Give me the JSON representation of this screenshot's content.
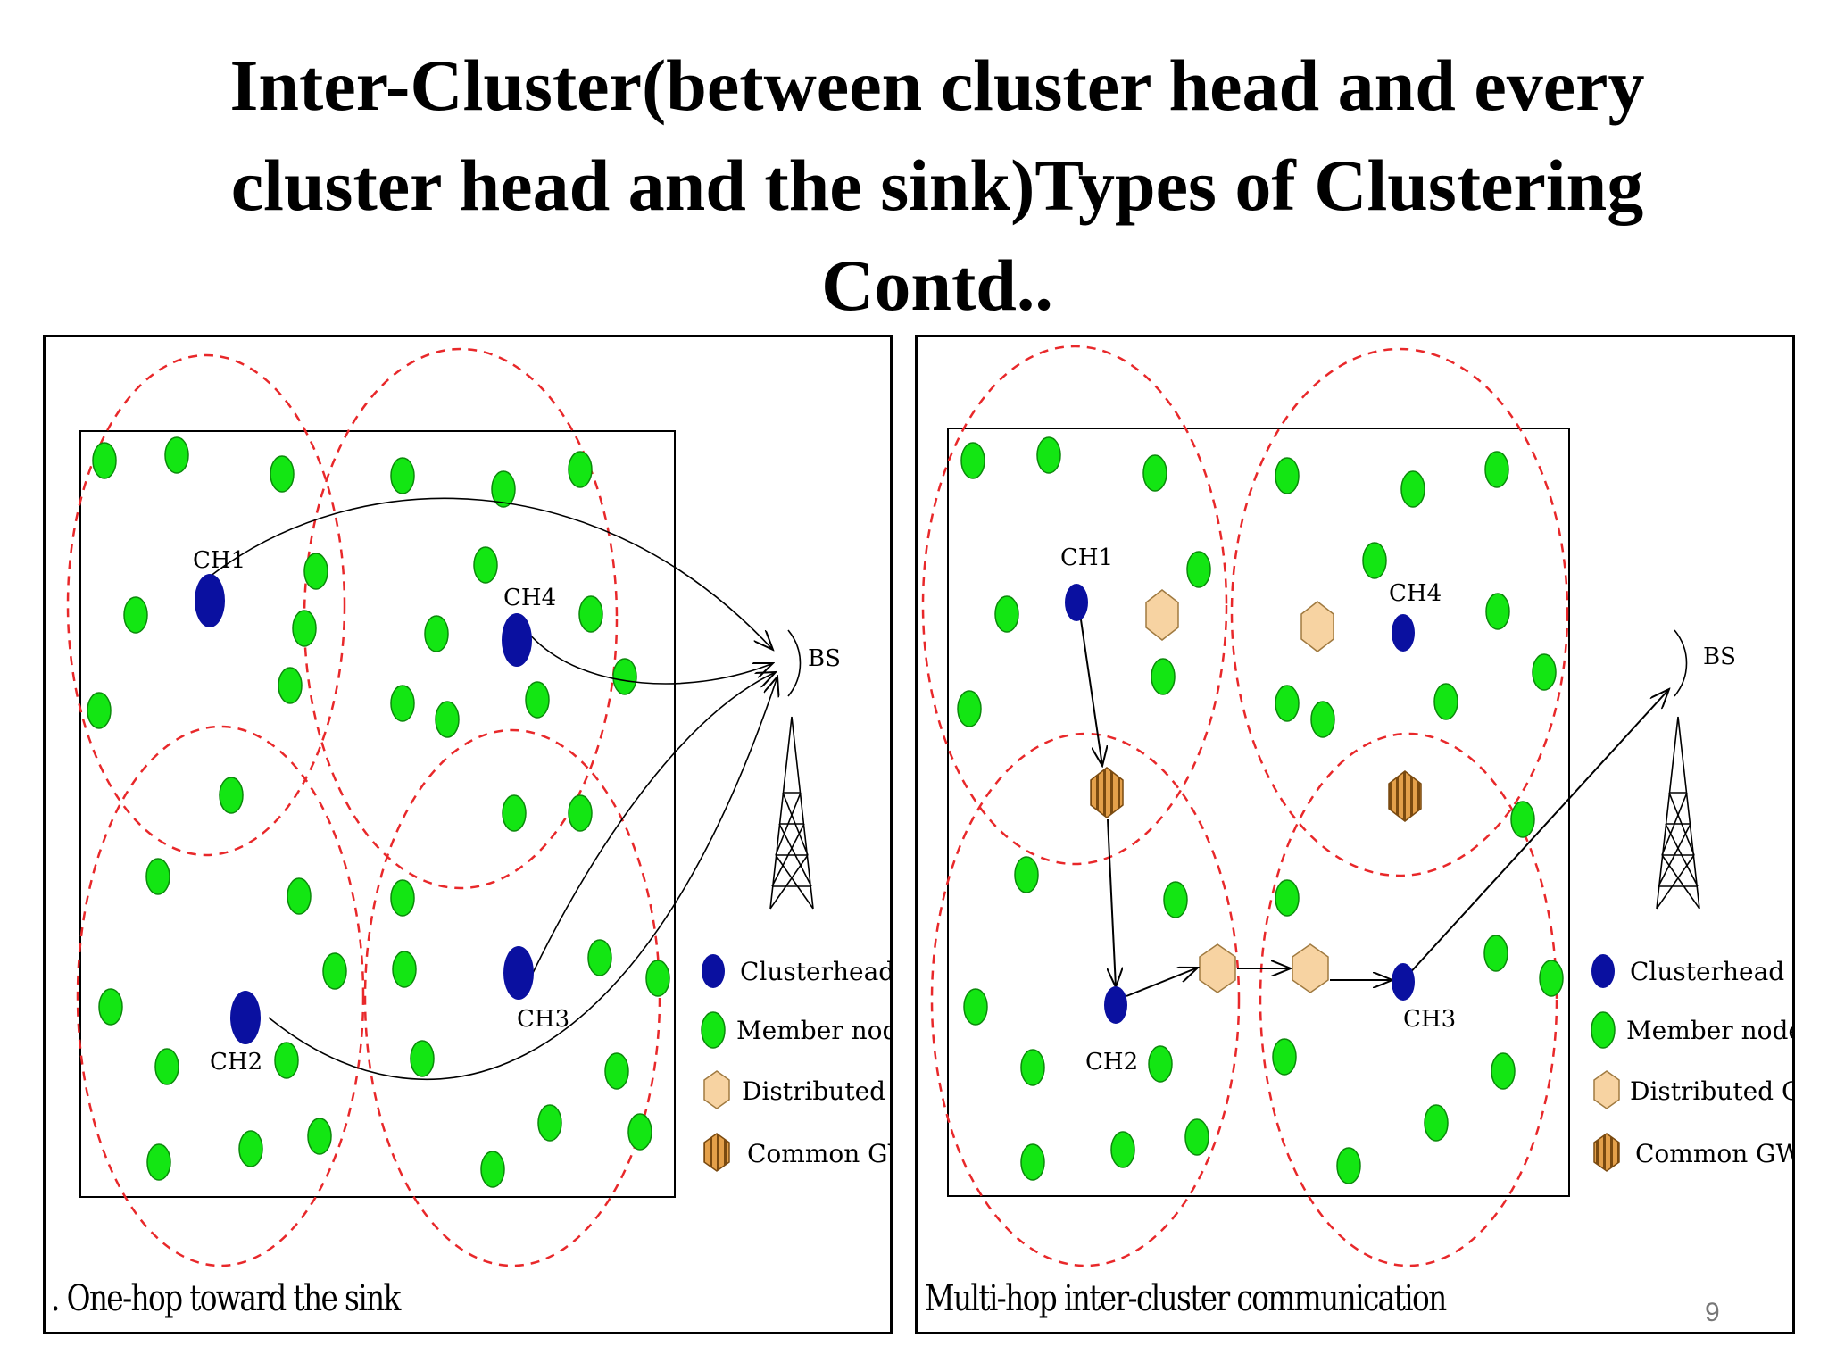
{
  "slide": {
    "title_lines": [
      "Inter-Cluster(between cluster head and every",
      "cluster head and the sink)Types of Clustering",
      "Contd.."
    ],
    "page_number": "9"
  },
  "legend": {
    "items": [
      "Clusterhead",
      "Member node",
      "Distributed GW",
      "Common GW"
    ]
  },
  "colors": {
    "clusterhead": "#0a10a0",
    "member": "#13e613",
    "member_stroke": "#0b8a0b",
    "distributed_gw": "#f7d3a2",
    "common_gw": "#e4a04a",
    "cluster_boundary": "#e8282a",
    "line": "#000000"
  },
  "diagrams": [
    {
      "caption": ". One-hop toward the sink",
      "base_station": "BS",
      "clusterheads": [
        "CH1",
        "CH2",
        "CH3",
        "CH4"
      ]
    },
    {
      "caption": "Multi-hop inter-cluster communication",
      "base_station": "BS",
      "clusterheads": [
        "CH1",
        "CH2",
        "CH3",
        "CH4"
      ]
    }
  ]
}
